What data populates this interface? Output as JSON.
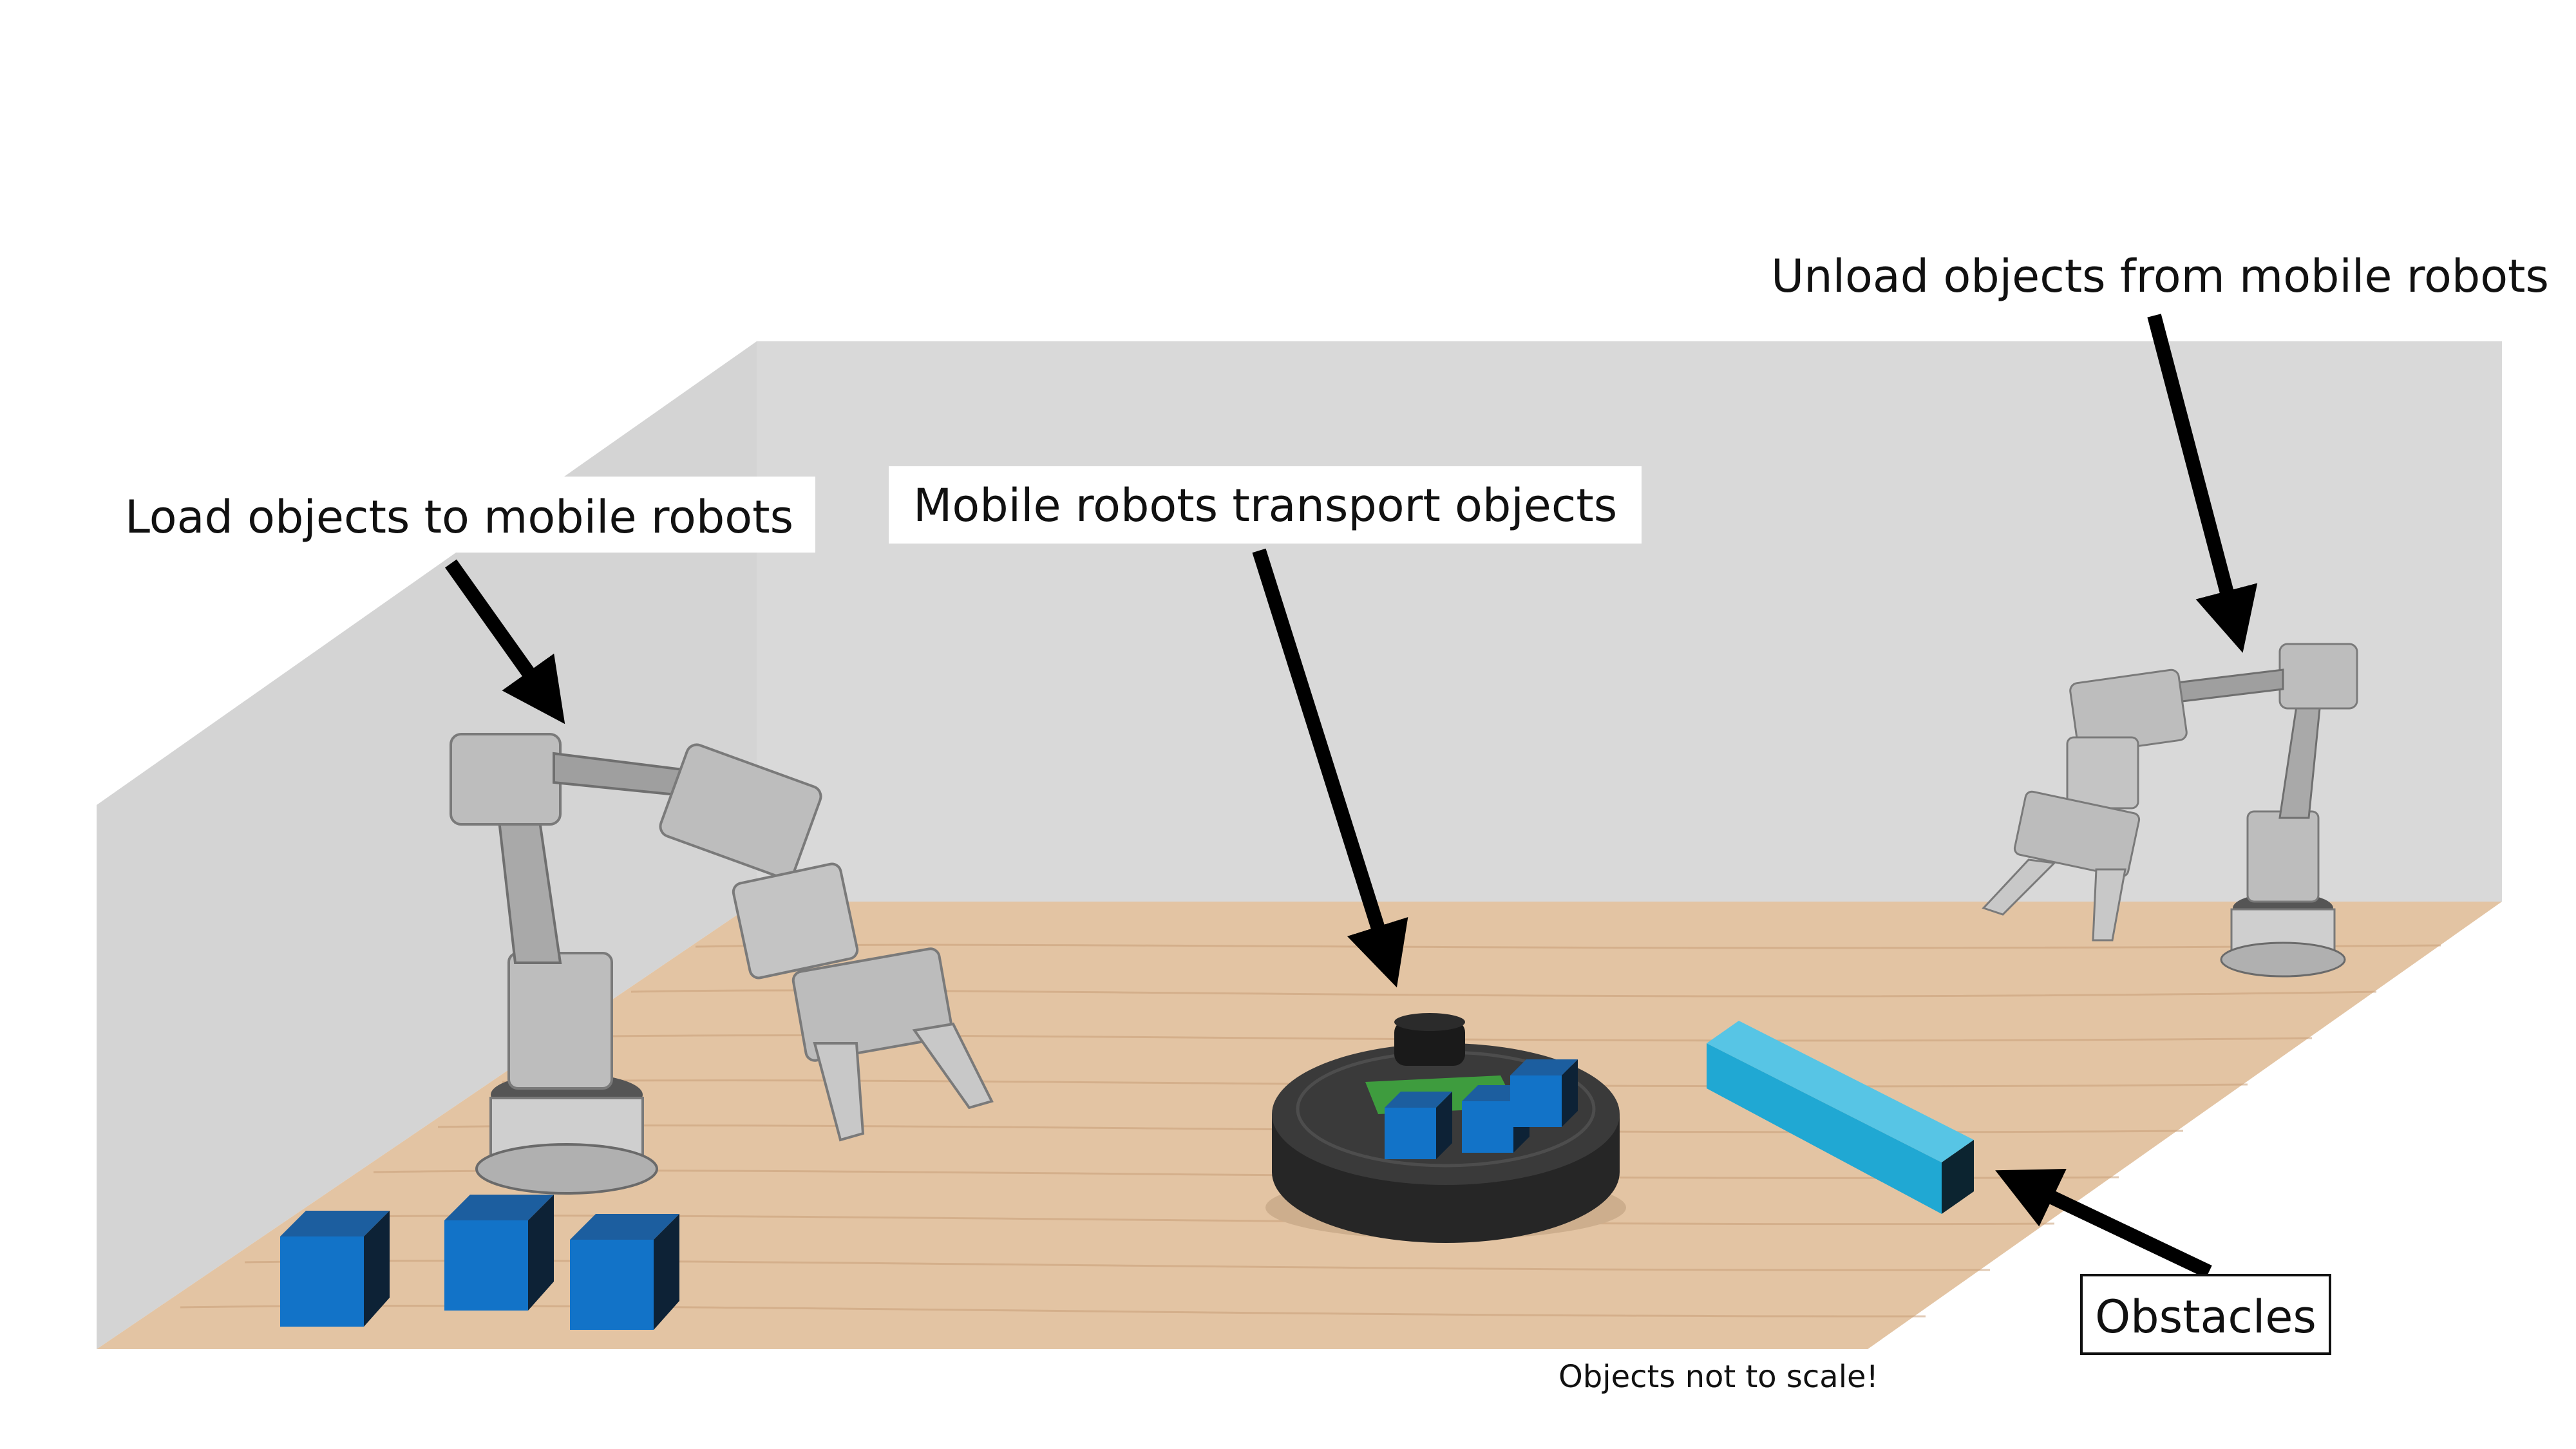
{
  "labels": {
    "load": "Load objects to mobile robots",
    "mobile": "Mobile robots transport objects",
    "unload": "Unload objects from mobile robots",
    "obstacles": "Obstacles",
    "note": "Objects not to scale!"
  },
  "colors": {
    "wall": "#d9d9d9",
    "floor": "#e3c4a3",
    "floor_grain": "#c99f78",
    "arrow": "#000000",
    "arm_metal": "#b9b9b9",
    "arm_dark": "#595959",
    "cube_front": "#1273c8",
    "cube_top": "#1c5e9f",
    "cube_side": "#0d2236",
    "robot_body": "#262626",
    "robot_top": "#3a3a3a",
    "obstacle_front": "#20a8d3",
    "obstacle_top": "#57c5e5",
    "obstacle_side": "#0c2430"
  }
}
